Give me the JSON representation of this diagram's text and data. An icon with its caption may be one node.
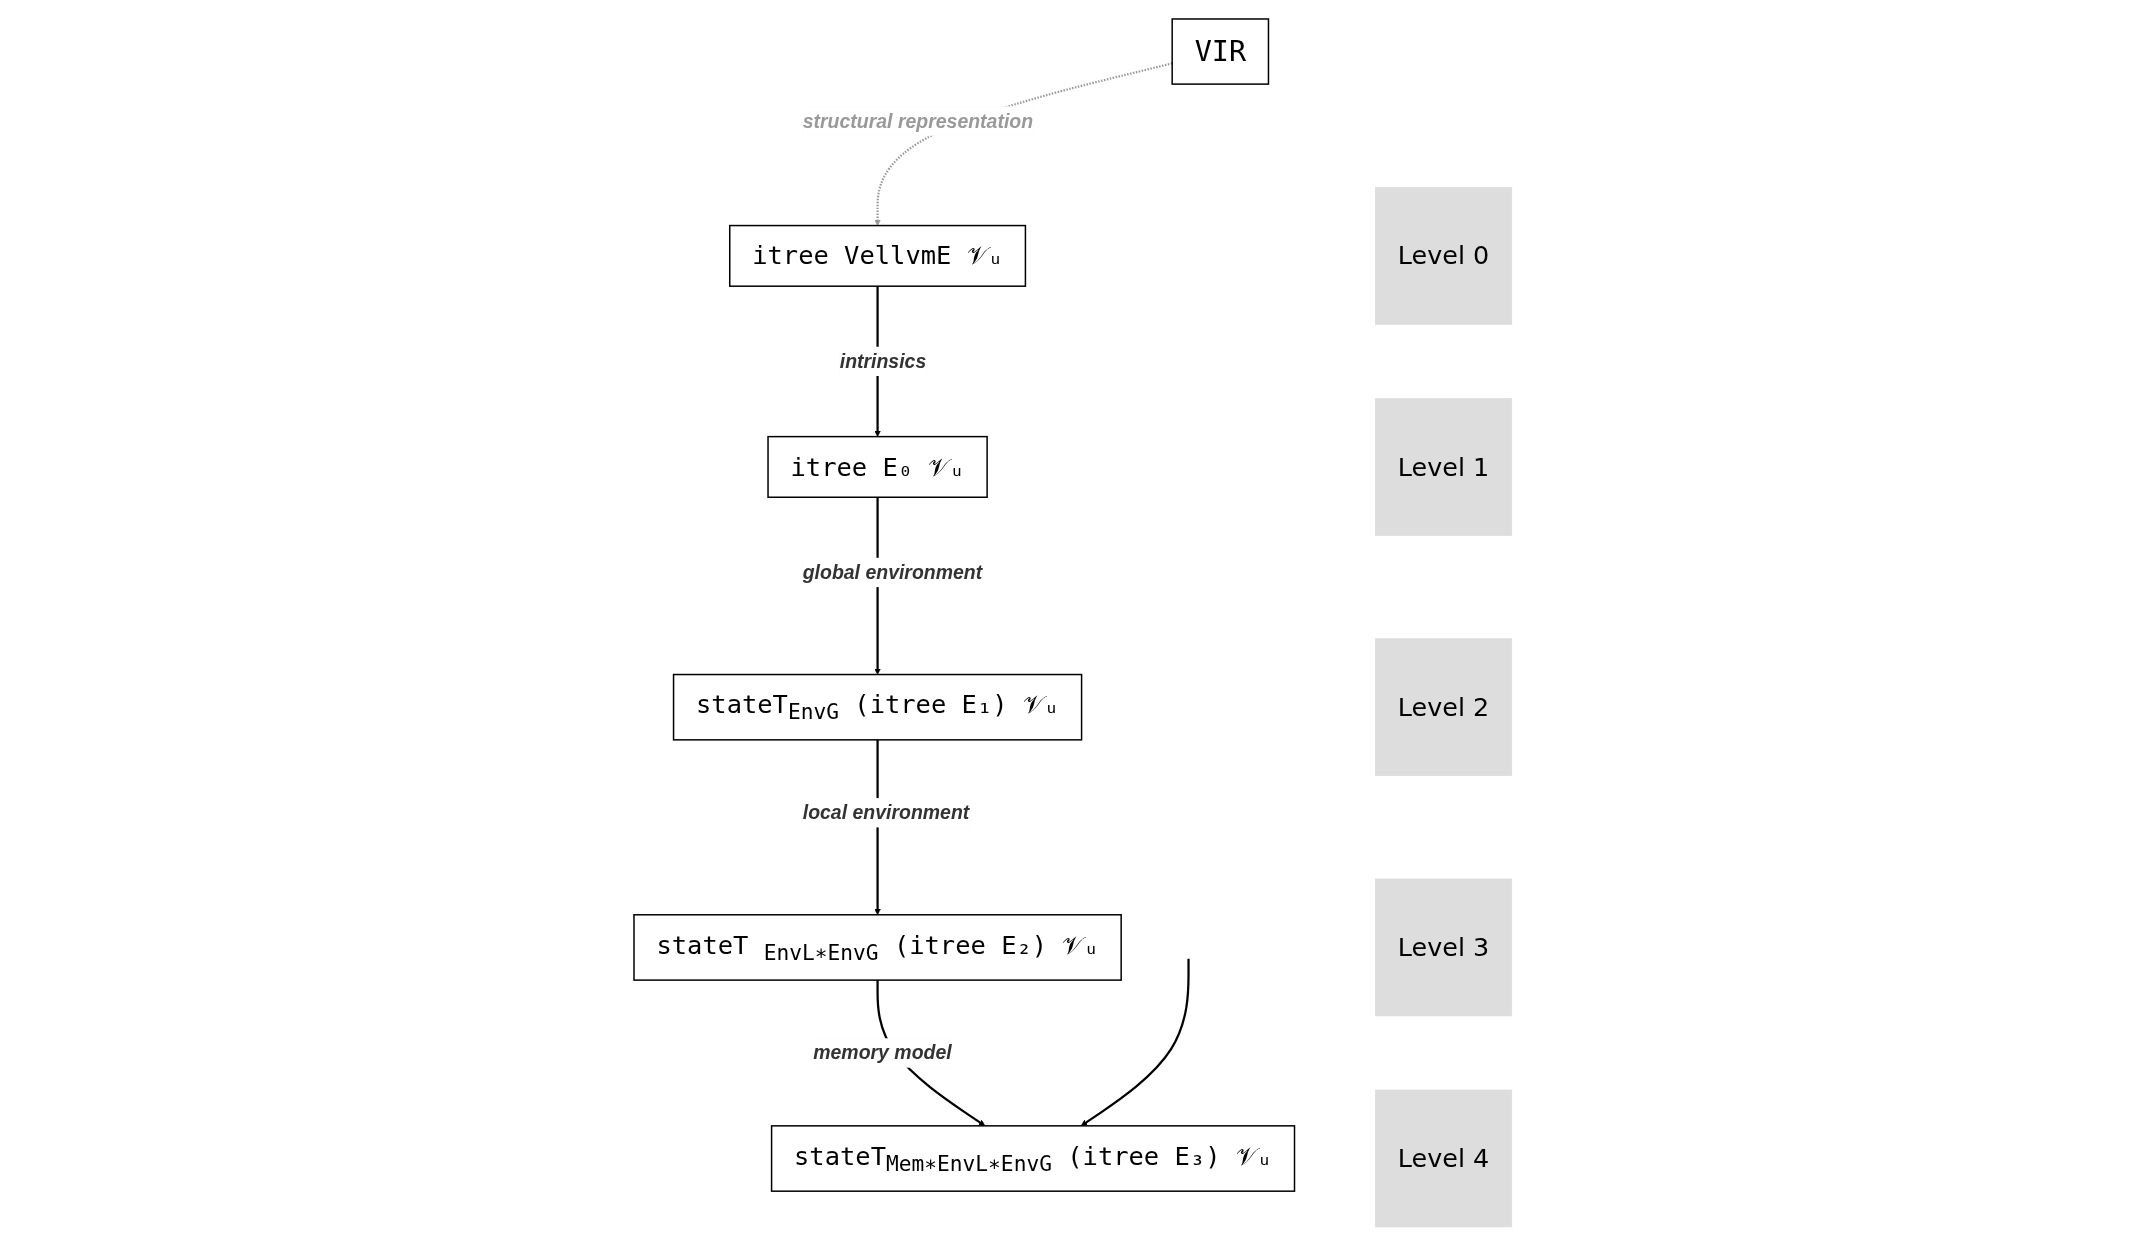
{
  "diagram": {
    "nodes": [
      {
        "text": [
          "VIR"
        ]
      },
      {
        "text": [
          "Level 0"
        ]
      },
      {
        "text": [
          "itree VellvmE 𝒱ᵤ"
        ]
      },
      {
        "text": [
          "Level 1"
        ]
      },
      {
        "text": [
          "itree E₀ 𝒱ᵤ"
        ]
      },
      {
        "text": [
          "Level 2"
        ]
      },
      {
        "text": [
          "stateT$_{EnvG}$ (itree E₁) 𝒱ᵤ"
        ]
      },
      {
        "text": [
          "Level 3"
        ]
      },
      {
        "text": [
          "stateT $_{EnvL∗EnvG}$ (itree E₂) 𝒱ᵤ"
        ]
      },
      {
        "text": [
          "Level 4"
        ]
      },
      {
        "text": [
          "stateT$_{Mem∗EnvL∗EnvG}$ (itree E₃) 𝒱ᵤ"
        ]
      }
    ],
    "edges": [
      {
        "from": 0,
        "to": 2,
        "arrow": "to",
        "label": "structural representation",
        "style": "dashed",
        "color": "#999999"
      },
      {
        "from": 2,
        "to": 4,
        "arrow": "to",
        "label": "intrinsics"
      },
      {
        "from": 4,
        "to": 6,
        "arrow": "to",
        "label": "global environment"
      },
      {
        "from": 6,
        "to": 8,
        "arrow": "to",
        "label": "local environment"
      },
      {
        "from": 8,
        "to": 10,
        "arrow": "to",
        "label": "memory model"
      },
      {
        "from": null,
        "to": 10,
        "arrow": "to"
      }
    ]
  }
}
